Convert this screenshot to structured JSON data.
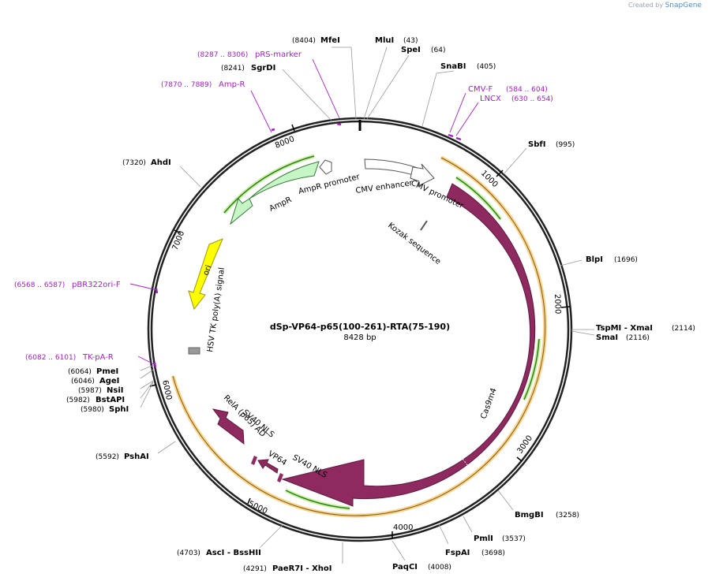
{
  "credit": {
    "prefix": "Created by",
    "brand": "SnapGene"
  },
  "plasmid": {
    "name": "dSp-VP64-p65(100-261)-RTA(75-190)",
    "length": "8428 bp"
  },
  "ticks": [
    {
      "label": "1000"
    },
    {
      "label": "2000"
    },
    {
      "label": "3000"
    },
    {
      "label": "4000"
    },
    {
      "label": "5000"
    },
    {
      "label": "6000"
    },
    {
      "label": "7000"
    },
    {
      "label": "8000"
    }
  ],
  "enzymes": [
    {
      "name": "MfeI",
      "pos": "(8404)"
    },
    {
      "name": "MluI",
      "pos": "(43)"
    },
    {
      "name": "SpeI",
      "pos": "(64)"
    },
    {
      "name": "SnaBI",
      "pos": "(405)"
    },
    {
      "name": "SgrDI",
      "pos": "(8241)"
    },
    {
      "name": "SbfI",
      "pos": "(995)"
    },
    {
      "name": "AhdI",
      "pos": "(7320)"
    },
    {
      "name": "BlpI",
      "pos": "(1696)"
    },
    {
      "name": "TspMI - XmaI",
      "pos": "(2114)"
    },
    {
      "name": "SmaI",
      "pos": "(2116)"
    },
    {
      "name": "PmeI",
      "pos": "(6064)"
    },
    {
      "name": "AgeI",
      "pos": "(6046)"
    },
    {
      "name": "NsiI",
      "pos": "(5987)"
    },
    {
      "name": "BstAPI",
      "pos": "(5982)"
    },
    {
      "name": "SphI",
      "pos": "(5980)"
    },
    {
      "name": "PshAI",
      "pos": "(5592)"
    },
    {
      "name": "BmgBI",
      "pos": "(3258)"
    },
    {
      "name": "PmlI",
      "pos": "(3537)"
    },
    {
      "name": "FspAI",
      "pos": "(3698)"
    },
    {
      "name": "PaqCI",
      "pos": "(4008)"
    },
    {
      "name": "AscI - BssHII",
      "pos": "(4703)"
    },
    {
      "name": "PaeR7I - XhoI",
      "pos": "(4291)"
    }
  ],
  "primers": [
    {
      "name": "pRS-marker",
      "pos": "(8287 .. 8306)"
    },
    {
      "name": "Amp-R",
      "pos": "(7870 .. 7889)"
    },
    {
      "name": "CMV-F",
      "pos": "(584 .. 604)"
    },
    {
      "name": "LNCX",
      "pos": "(630 .. 654)"
    },
    {
      "name": "pBR322ori-F",
      "pos": "(6568 .. 6587)"
    },
    {
      "name": "TK-pA-R",
      "pos": "(6082 .. 6101)"
    }
  ],
  "features": {
    "cmv_enhancer": "CMV enhancer",
    "cmv_promoter": "CMV promoter",
    "kozak": "Kozak sequence",
    "cas9": "Cas9m4",
    "ampr": "AmpR",
    "ampr_promoter": "AmpR promoter",
    "ori": "ori",
    "hsv": "HSV TK poly(A) signal",
    "sv40_nls_1": "SV40 NLS",
    "sv40_nls_2": "SV40 NLS",
    "vp64": "VP64",
    "rela": "RelA (p65) AD"
  },
  "colors": {
    "backbone": "#222222",
    "cas9": "#8e2a5f",
    "ampr": "#c6f5c6",
    "ori": "#ffff00",
    "orf_glow": "#f5c060",
    "orf_line": "#2e7d1e",
    "primer": "#a020c0"
  }
}
